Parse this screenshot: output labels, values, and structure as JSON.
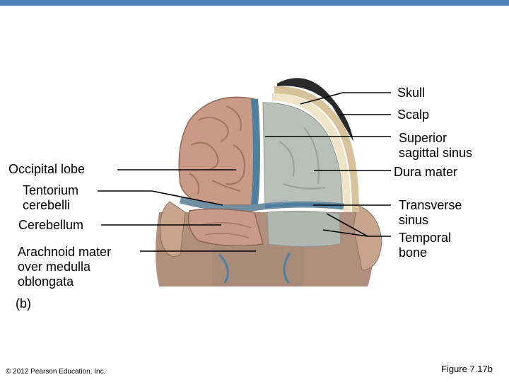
{
  "labels": {
    "skull": "Skull",
    "scalp": "Scalp",
    "superior_sagittal_sinus": [
      "Superior",
      "sagittal sinus"
    ],
    "dura_mater": "Dura mater",
    "transverse_sinus": [
      "Transverse",
      "sinus"
    ],
    "temporal_bone": [
      "Temporal",
      "bone"
    ],
    "occipital_lobe": "Occipital lobe",
    "tentorium_cerebelli": [
      "Tentorium",
      "cerebelli"
    ],
    "cerebellum": "Cerebellum",
    "arachnoid_mater": [
      "Arachnoid mater",
      "over medulla",
      "oblongata"
    ],
    "panel": "(b)"
  },
  "footer": {
    "copyright": "© 2012 Pearson Education, Inc.",
    "figure": "Figure 7.17b"
  },
  "colors": {
    "topbar": "#4a7fb5",
    "brain": "#c99a86",
    "dura": "#b9bfb9",
    "vessel": "#4e7fa0"
  }
}
